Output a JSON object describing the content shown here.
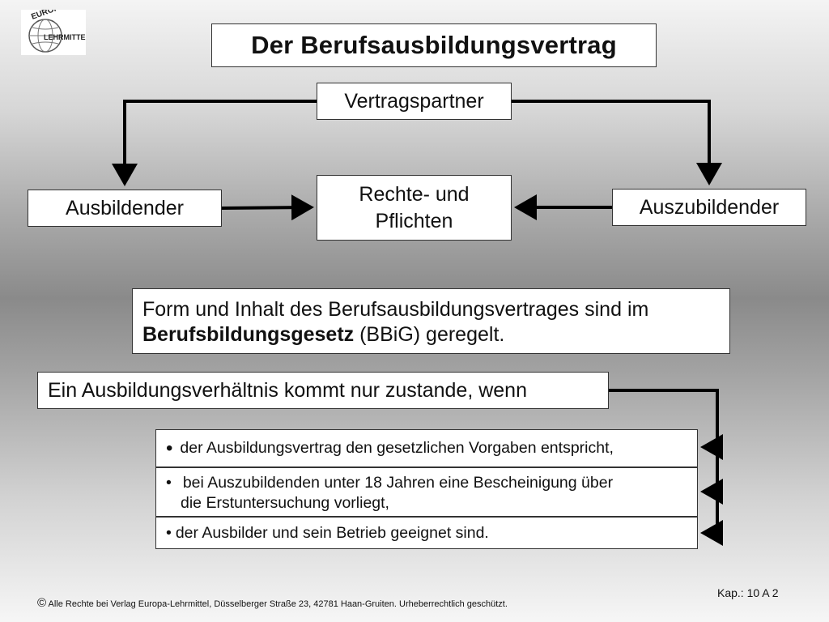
{
  "logo": {
    "line1": "EUROPA",
    "line2": "LEHRMITTEL"
  },
  "title": "Der Berufsausbildungsvertrag",
  "diagram": {
    "partner": "Vertragspartner",
    "ausbildender": "Ausbildender",
    "rechte_line1": "Rechte- und",
    "rechte_line2": "Pflichten",
    "auszubildender": "Auszubildender"
  },
  "info": {
    "line1": "Form und Inhalt des Berufsausbildungsvertrages sind im",
    "bold": "Berufsbildungsgesetz",
    "rest": " (BBiG) geregelt."
  },
  "condition": "Ein Ausbildungsverhältnis kommt nur zustande, wenn",
  "bullets": {
    "b1": "der Ausbildungsvertrag den gesetzlichen Vorgaben entspricht,",
    "b2_line1": "bei Auszubildenden unter 18 Jahren eine Bescheinigung über",
    "b2_line2": "die Erstuntersuchung vorliegt,",
    "b3": "der Ausbilder und sein Betrieb geeignet sind."
  },
  "footer": {
    "copyright_symbol": "©",
    "copyright": "Alle Rechte bei Verlag Europa-Lehrmittel, Düsselberger Straße 23, 42781 Haan-Gruiten. Urheberrechtlich geschützt.",
    "chapter": "Kap.: 10 A 2"
  }
}
